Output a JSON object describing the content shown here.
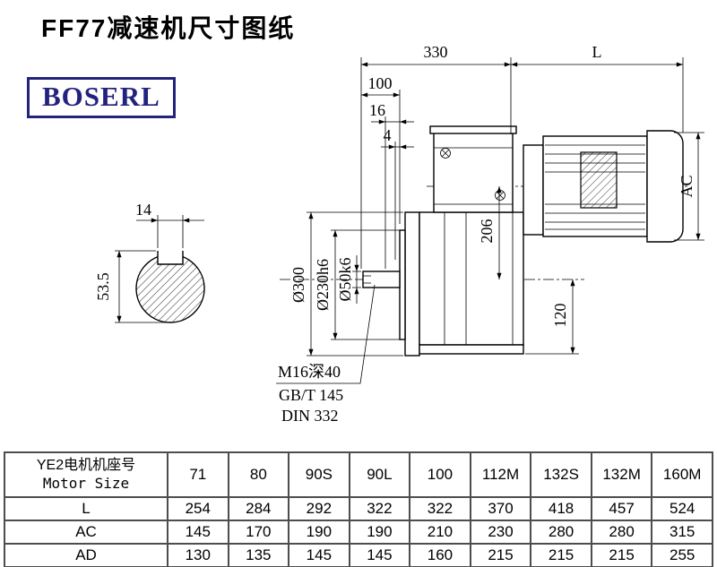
{
  "title": "FF77减速机尺寸图纸",
  "logo": {
    "text": "BOSERL"
  },
  "drawing": {
    "dim_330": "330",
    "dim_L": "L",
    "dim_100": "100",
    "dim_16": "16",
    "dim_4": "4",
    "dim_AC": "AC",
    "dim_206": "206",
    "dim_120": "120",
    "dim_phi300": "Ø300",
    "dim_phi230": "Ø230h6",
    "dim_phi50": "Ø50k6",
    "dim_14": "14",
    "dim_53_5": "53.5",
    "note_1": "M16深40",
    "note_2": "GB/T 145",
    "note_3": "DIN 332"
  },
  "table": {
    "header_cn": "YE2电机机座号",
    "header_en": "Motor Size",
    "sizes": [
      "71",
      "80",
      "90S",
      "90L",
      "100",
      "112M",
      "132S",
      "132M",
      "160M"
    ],
    "rows": [
      {
        "label": "L",
        "values": [
          "254",
          "284",
          "292",
          "322",
          "322",
          "370",
          "418",
          "457",
          "524"
        ]
      },
      {
        "label": "AC",
        "values": [
          "145",
          "170",
          "190",
          "190",
          "210",
          "230",
          "280",
          "280",
          "315"
        ]
      },
      {
        "label": "AD",
        "values": [
          "130",
          "135",
          "145",
          "145",
          "160",
          "215",
          "215",
          "215",
          "255"
        ]
      }
    ]
  }
}
